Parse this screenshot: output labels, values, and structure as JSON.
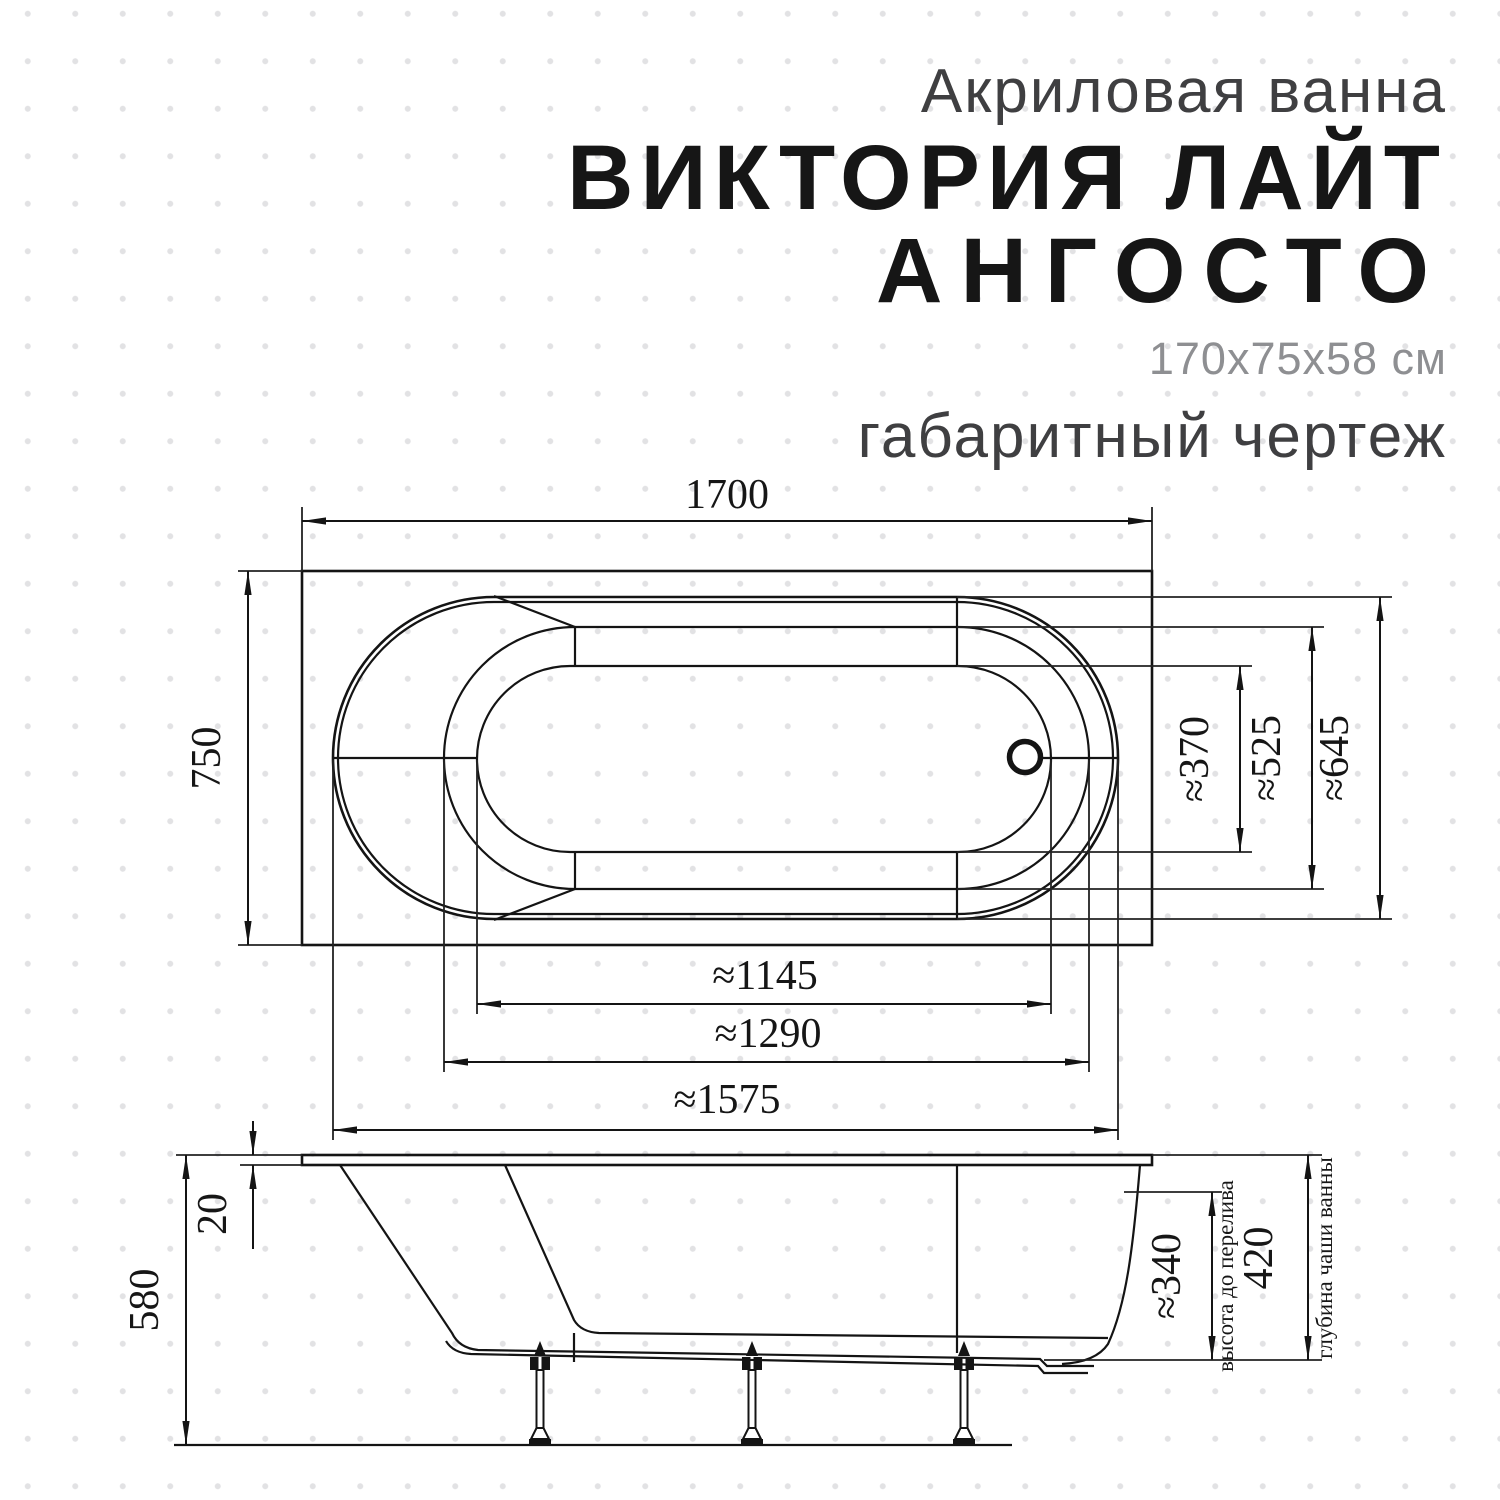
{
  "header": {
    "subtitle": "Акриловая ванна",
    "title_line1": "ВИКТОРИЯ ЛАЙТ",
    "title_line2": "АНГОСТО",
    "size": "170х75х58 см",
    "caption": "габаритный чертеж"
  },
  "top_view": {
    "length_total": "1700",
    "width_total": "750",
    "width_bowl": "≈370",
    "width_inner_rim": "≈525",
    "width_outer_tub": "≈645",
    "length_bowl": "≈1145",
    "length_inner_rim": "≈1290",
    "length_outer_tub": "≈1575"
  },
  "side_view": {
    "rim_thickness": "20",
    "total_height": "580",
    "overflow_height": "≈340",
    "overflow_label": "высота до перелива",
    "bowl_depth": "420",
    "depth_label": "глубина чаши ванны"
  },
  "colors": {
    "title1_start": "#e2484c",
    "title1_end": "#f18a2e",
    "title2_start": "#ee7036",
    "title2_end": "#f6a02a",
    "dark_text": "#3f3f41",
    "gray_text": "#8e8f92",
    "line": "#141414",
    "dot": "#e2e2e4"
  }
}
